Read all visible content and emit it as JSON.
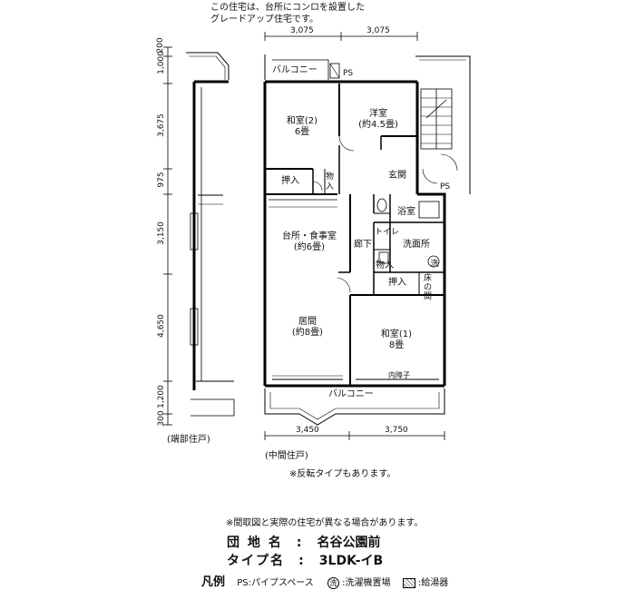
{
  "top_note": {
    "line1": "この住宅は、台所にコンロを設置した",
    "line2": "グレードアップ住宅です。"
  },
  "top_dims": [
    "3,075",
    "3,075"
  ],
  "bottom_dims": [
    "3,450",
    "3,750"
  ],
  "left_dims": [
    "200",
    "1,000",
    "3,675",
    "975",
    "3,150",
    "4,650",
    "1,200",
    "300"
  ],
  "rooms": {
    "balcony_top": "バルコニー",
    "ps1": "PS",
    "ps2": "PS",
    "washitsu2_name": "和室(2)",
    "washitsu2_size": "6畳",
    "yoshitsu_name": "洋室",
    "yoshitsu_size": "(約4.5畳)",
    "genkan": "玄関",
    "oshiire1": "押入",
    "mono1": "物入",
    "yokushitsu": "浴室",
    "toilet": "トイレ",
    "kitchen_name": "台所・食事室",
    "kitchen_size": "(約6畳)",
    "rouka": "廊下",
    "senmenjo": "洗面所",
    "sen": "洗",
    "mono2": "物入",
    "oshiire2": "押入",
    "tokonoma": "床の間",
    "ima_name": "居間",
    "ima_size": "(約8畳)",
    "washitsu1_name": "和室(1)",
    "washitsu1_size": "8畳",
    "uchishikii": "内障子",
    "balcony_bottom": "バルコニー"
  },
  "captions": {
    "end_unit": "(端部住戸)",
    "middle_unit": "(中間住戸)",
    "reverse_note": "※反転タイプもあります。",
    "disclaimer": "※間取図と実際の住宅が異なる場合があります。"
  },
  "info": {
    "danchi_label": "団 地 名",
    "danchi_value": "名谷公園前",
    "type_label": "タイプ名",
    "type_value": "3LDK-イB",
    "colon": ":"
  },
  "legend": {
    "title": "凡例",
    "ps": "PS:パイプスペース",
    "sen_mark": "洗",
    "sen_text": ":洗濯機置場",
    "kyutoki_text": ":給湯器"
  }
}
